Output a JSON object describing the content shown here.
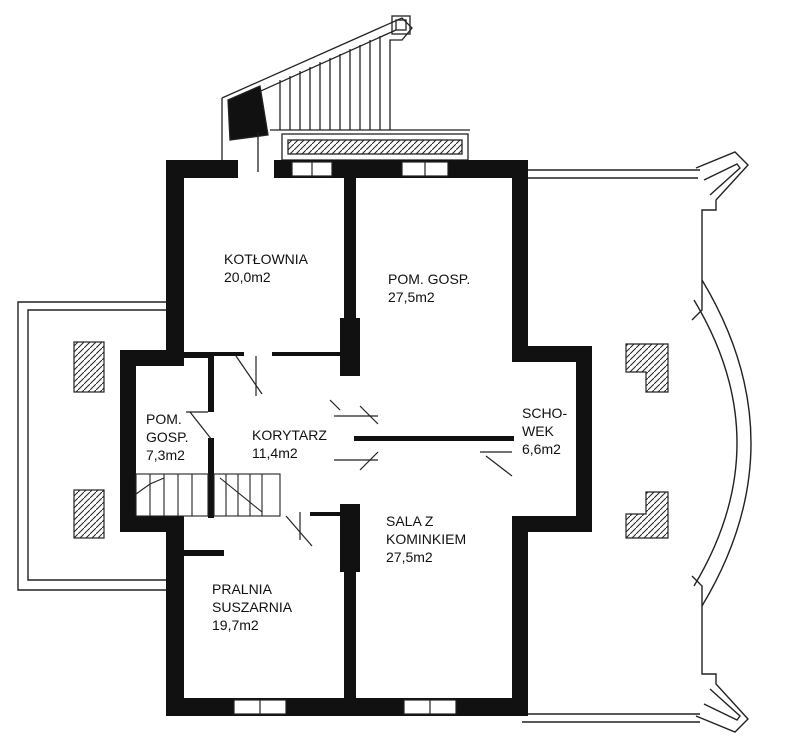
{
  "rooms": {
    "kotlownia": {
      "name": "KOTŁOWNIA",
      "area": "20,0m2"
    },
    "pom_gosp_large": {
      "name": "POM. GOSP.",
      "area": "27,5m2"
    },
    "pom_gosp_small": {
      "line1": "POM.",
      "line2": "GOSP.",
      "area": "7,3m2"
    },
    "korytarz": {
      "name": "KORYTARZ",
      "area": "11,4m2"
    },
    "schowek": {
      "line1": "SCHO-",
      "line2": "WEK",
      "area": "6,6m2"
    },
    "sala": {
      "line1": "SALA Z",
      "line2": "KOMINKIEM",
      "area": "27,5m2"
    },
    "pralnia": {
      "line1": "PRALNIA",
      "line2": "SUSZARNIA",
      "area": "19,7m2"
    }
  },
  "colors": {
    "wall": "#111111",
    "line": "#222222",
    "background": "#ffffff"
  }
}
